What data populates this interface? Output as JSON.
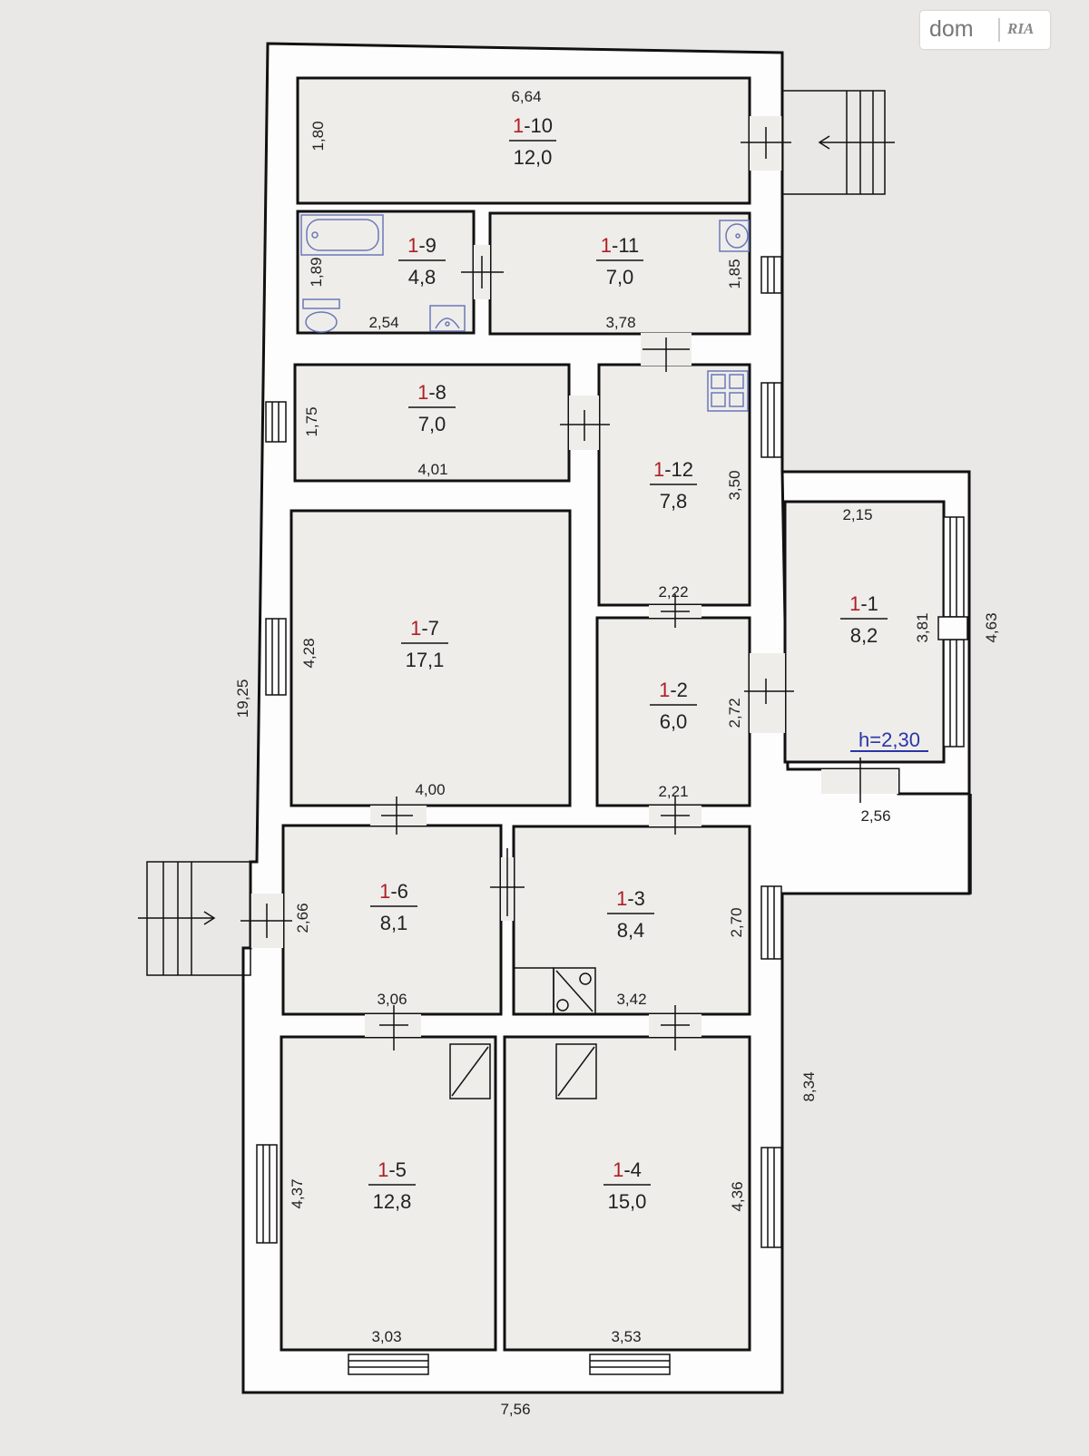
{
  "watermark": {
    "brand_left": "dom",
    "brand_right": "RIA"
  },
  "height_label": "h=2,30",
  "rooms": [
    {
      "id": "1-1",
      "prefix": "1",
      "suffix": "-1",
      "area": "8,2"
    },
    {
      "id": "1-2",
      "prefix": "1",
      "suffix": "-2",
      "area": "6,0"
    },
    {
      "id": "1-3",
      "prefix": "1",
      "suffix": "-3",
      "area": "8,4"
    },
    {
      "id": "1-4",
      "prefix": "1",
      "suffix": "-4",
      "area": "15,0"
    },
    {
      "id": "1-5",
      "prefix": "1",
      "suffix": "-5",
      "area": "12,8"
    },
    {
      "id": "1-6",
      "prefix": "1",
      "suffix": "-6",
      "area": "8,1"
    },
    {
      "id": "1-7",
      "prefix": "1",
      "suffix": "-7",
      "area": "17,1"
    },
    {
      "id": "1-8",
      "prefix": "1",
      "suffix": "-8",
      "area": "7,0"
    },
    {
      "id": "1-9",
      "prefix": "1",
      "suffix": "-9",
      "area": "4,8"
    },
    {
      "id": "1-10",
      "prefix": "1",
      "suffix": "-10",
      "area": "12,0"
    },
    {
      "id": "1-11",
      "prefix": "1",
      "suffix": "-11",
      "area": "7,0"
    },
    {
      "id": "1-12",
      "prefix": "1",
      "suffix": "-12",
      "area": "7,8"
    }
  ],
  "dimensions": {
    "r10_width": "6,64",
    "r10_height": "1,80",
    "r9_height": "1,89",
    "r9_width": "2,54",
    "r11_height": "1,85",
    "r11_width": "3,78",
    "r8_height": "1,75",
    "r8_width": "4,01",
    "r12_height": "3,50",
    "r12_width": "2,22",
    "r1_width": "2,15",
    "r1_height": "3,81",
    "r1_outer_height": "4,63",
    "r1_outer_width": "2,56",
    "r7_height": "4,28",
    "r7_width": "4,00",
    "r2_height": "2,72",
    "r2_width": "2,21",
    "total_height": "19,25",
    "r6_height": "2,66",
    "r6_width": "3,06",
    "r3_height": "2,70",
    "r3_width": "3,42",
    "right_height": "8,34",
    "r5_height": "4,37",
    "r5_width": "3,03",
    "r4_height": "4,36",
    "r4_width": "3,53",
    "total_width": "7,56"
  }
}
